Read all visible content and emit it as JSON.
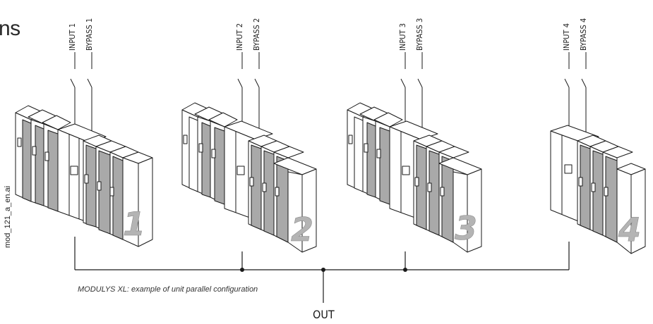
{
  "title_fragment": "ns",
  "caption": "MODULYS XL: example of unit parallel configuration",
  "file_reference": "mod_121_a_en.ai",
  "output_label": "OUT",
  "units": [
    {
      "number": "1",
      "input_label": "INPUT 1",
      "bypass_label": "BYPASS 1"
    },
    {
      "number": "2",
      "input_label": "INPUT 2",
      "bypass_label": "BYPASS 2"
    },
    {
      "number": "3",
      "input_label": "INPUT 3",
      "bypass_label": "BYPASS 3"
    },
    {
      "number": "4",
      "input_label": "INPUT 4",
      "bypass_label": "BYPASS 4"
    }
  ],
  "colors": {
    "line": "#1a1a1a",
    "panel_grey": "#a9a9a9",
    "number_grey": "#b4b4b4"
  }
}
